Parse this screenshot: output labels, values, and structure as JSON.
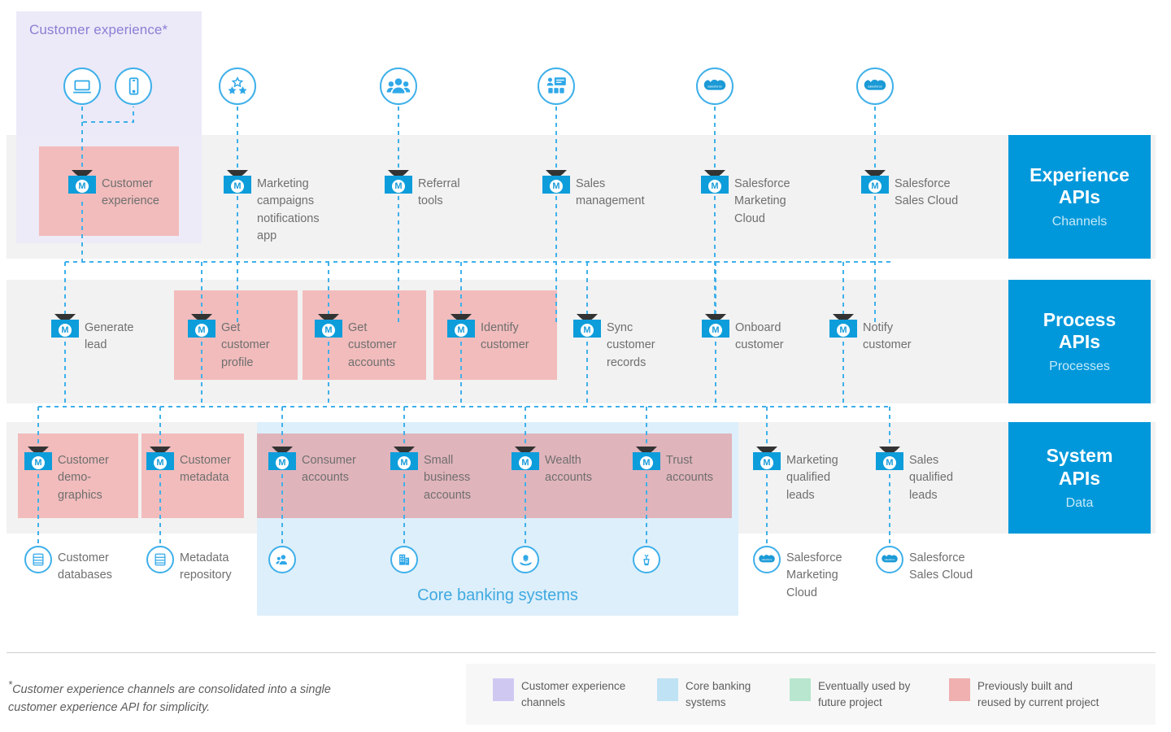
{
  "diagram": {
    "cx_zone_title": "Customer experience*",
    "core_banking_label": "Core banking systems",
    "side_cards": [
      {
        "title": "Experience\nAPIs",
        "subtitle": "Channels"
      },
      {
        "title": "Process\nAPIs",
        "subtitle": "Processes"
      },
      {
        "title": "System\nAPIs",
        "subtitle": "Data"
      }
    ],
    "channel_icons": [
      {
        "name": "laptop-icon",
        "label": ""
      },
      {
        "name": "mobile-phone-icon",
        "label": ""
      },
      {
        "name": "stars-rating-icon",
        "label": ""
      },
      {
        "name": "referral-people-icon",
        "label": ""
      },
      {
        "name": "sales-presentation-icon",
        "label": ""
      },
      {
        "name": "salesforce-cloud-icon",
        "label": ""
      },
      {
        "name": "salesforce-cloud-icon",
        "label": ""
      }
    ],
    "experience_apis": [
      {
        "label": "Customer\nexperience",
        "highlight": "reused"
      },
      {
        "label": "Marketing\ncampaigns\nnotifications\napp",
        "highlight": "none"
      },
      {
        "label": "Referral\ntools",
        "highlight": "none"
      },
      {
        "label": "Sales\nmanagement",
        "highlight": "none"
      },
      {
        "label": "Salesforce\nMarketing\nCloud",
        "highlight": "none"
      },
      {
        "label": "Salesforce\nSales Cloud",
        "highlight": "none"
      }
    ],
    "process_apis": [
      {
        "label": "Generate\nlead",
        "highlight": "none"
      },
      {
        "label": "Get\ncustomer\nprofile",
        "highlight": "reused"
      },
      {
        "label": "Get\ncustomer\naccounts",
        "highlight": "reused"
      },
      {
        "label": "Identify\ncustomer",
        "highlight": "reused"
      },
      {
        "label": "Sync\ncustomer\nrecords",
        "highlight": "none"
      },
      {
        "label": "Onboard\ncustomer",
        "highlight": "none"
      },
      {
        "label": "Notify\ncustomer",
        "highlight": "none"
      }
    ],
    "system_apis": [
      {
        "label": "Customer\ndemo-\ngraphics",
        "highlight": "reused"
      },
      {
        "label": "Customer\nmetadata",
        "highlight": "reused"
      },
      {
        "label": "Consumer\naccounts",
        "highlight": "reused"
      },
      {
        "label": "Small\nbusiness\naccounts",
        "highlight": "reused"
      },
      {
        "label": "Wealth\naccounts",
        "highlight": "reused"
      },
      {
        "label": "Trust\naccounts",
        "highlight": "reused"
      },
      {
        "label": "Marketing\nqualified\nleads",
        "highlight": "none"
      },
      {
        "label": "Sales\nqualified\nleads",
        "highlight": "none"
      }
    ],
    "backend_systems": [
      {
        "icon": "database-icon",
        "label": "Customer\ndatabases"
      },
      {
        "icon": "database-icon",
        "label": "Metadata\nrepository"
      },
      {
        "icon": "consumer-accounts-icon",
        "label": ""
      },
      {
        "icon": "business-building-icon",
        "label": ""
      },
      {
        "icon": "wealth-hand-coin-icon",
        "label": ""
      },
      {
        "icon": "trust-plant-icon",
        "label": ""
      },
      {
        "icon": "salesforce-cloud-icon",
        "label": "Salesforce\nMarketing\nCloud"
      },
      {
        "icon": "salesforce-cloud-icon",
        "label": "Salesforce\nSales Cloud"
      }
    ]
  },
  "footer": {
    "note": "Customer experience channels are consolidated into a single customer experience API for simplicity.",
    "note_marker": "*",
    "legend": [
      {
        "label": "Customer experience\nchannels",
        "color": "#cfc9f2"
      },
      {
        "label": "Core banking\nsystems",
        "color": "#bfe3f4"
      },
      {
        "label": "Eventually used by\nfuture project",
        "color": "#b8e6cf"
      },
      {
        "label": "Previously built and\nreused by current project",
        "color": "#f0b0b0"
      }
    ]
  },
  "colors": {
    "brand_blue": "#0098db",
    "line_blue": "#3fb0ea",
    "band_grey": "#f2f2f2",
    "cx_purple": "#eceaf8",
    "cx_purple_text": "#8b7fd4",
    "core_blue": "#ddeffb",
    "reused_pink": "#f2bcbc"
  }
}
